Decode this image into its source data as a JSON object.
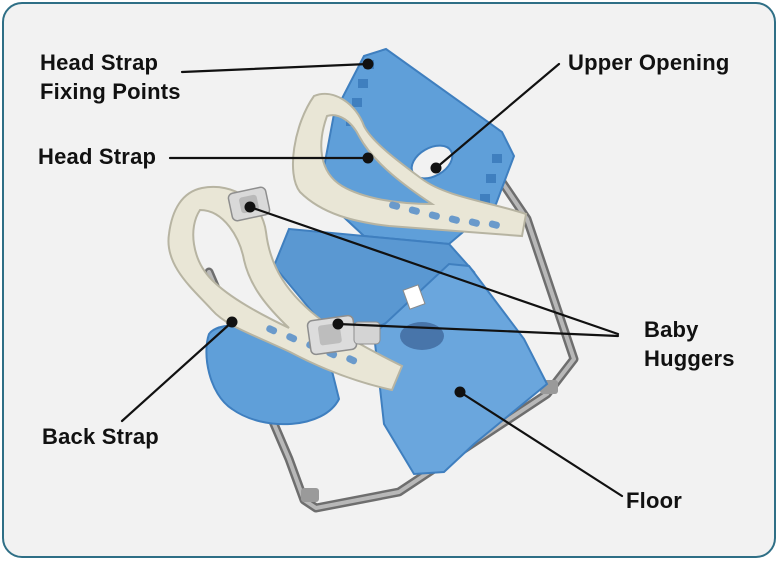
{
  "colors": {
    "border": "#2f6f86",
    "background": "#f2f2f2",
    "seat_blue": "#5f9fd9",
    "seat_blue_dark": "#3f7fbf",
    "strap_cream": "#e9e6d6",
    "frame_metal": "#8c8c8c",
    "leader_line": "#111111"
  },
  "labels": {
    "head_strap_fixing_points": [
      "Head Strap",
      "Fixing Points"
    ],
    "upper_opening": [
      "Upper Opening"
    ],
    "head_strap": [
      "Head Strap"
    ],
    "baby_huggers": [
      "Baby",
      "Huggers"
    ],
    "back_strap": [
      "Back Strap"
    ],
    "floor": [
      "Floor"
    ]
  }
}
